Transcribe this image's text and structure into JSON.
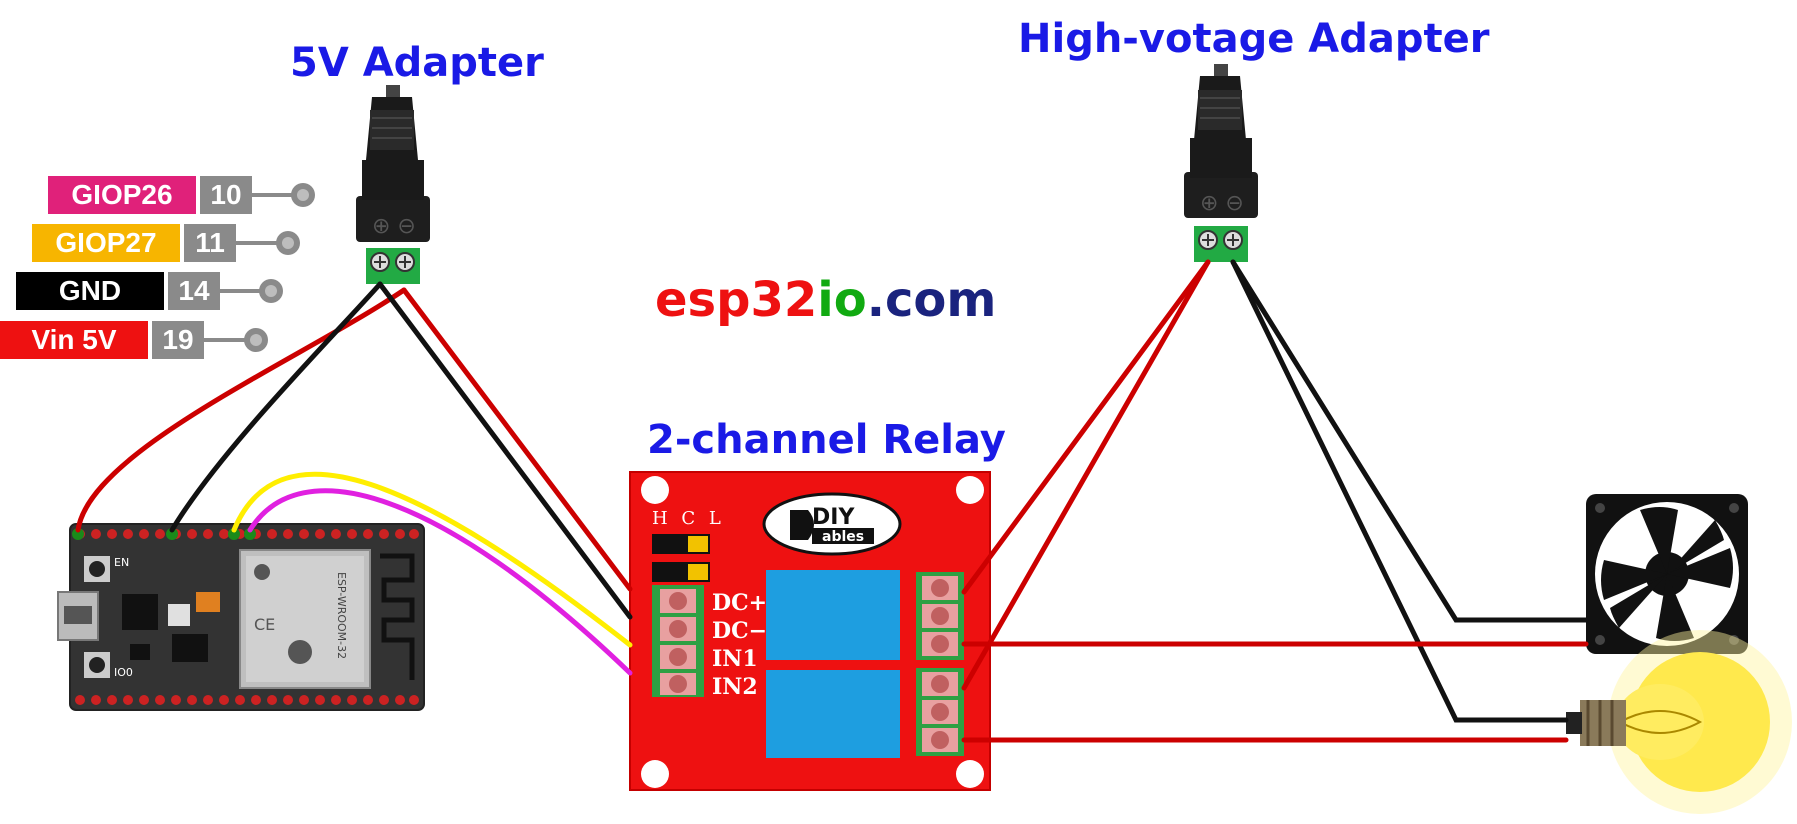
{
  "titles": {
    "adapter_5v": "5V Adapter",
    "adapter_hv": "High-votage Adapter",
    "relay": "2-channel Relay"
  },
  "site": {
    "part1": "esp32",
    "part2": "io",
    "part3": ".com"
  },
  "pins": [
    {
      "label": "GIOP26",
      "number": "10",
      "color": "#e0217a"
    },
    {
      "label": "GIOP27",
      "number": "11",
      "color": "#f7b500"
    },
    {
      "label": "GND",
      "number": "14",
      "color": "#000000"
    },
    {
      "label": "Vin 5V",
      "number": "19",
      "color": "#ee1111"
    }
  ],
  "relay": {
    "hcl": "H C L",
    "terminals": [
      "DC+",
      "DC−",
      "IN1",
      "IN2"
    ],
    "logo_text": "DIY",
    "logo_sub": "ables"
  },
  "esp32": {
    "module_text": "ESP-WROOM-32",
    "en_label": "EN",
    "io0_label": "IO0"
  },
  "colors": {
    "title": "#1a1ae6",
    "relay_board": "#ee1111",
    "relay_coil": "#1e9ee0",
    "wire_red": "#cc0000",
    "wire_black": "#111111",
    "wire_yellow": "#ffee00",
    "wire_magenta": "#e020e0",
    "terminal_green": "#22aa44",
    "site_red": "#ee1111",
    "site_green": "#11aa11",
    "site_navy": "#1a237e"
  },
  "icons": [
    "dc-jack-icon",
    "fan-icon",
    "light-bulb-icon",
    "wifi-icon",
    "ce-mark-icon"
  ]
}
